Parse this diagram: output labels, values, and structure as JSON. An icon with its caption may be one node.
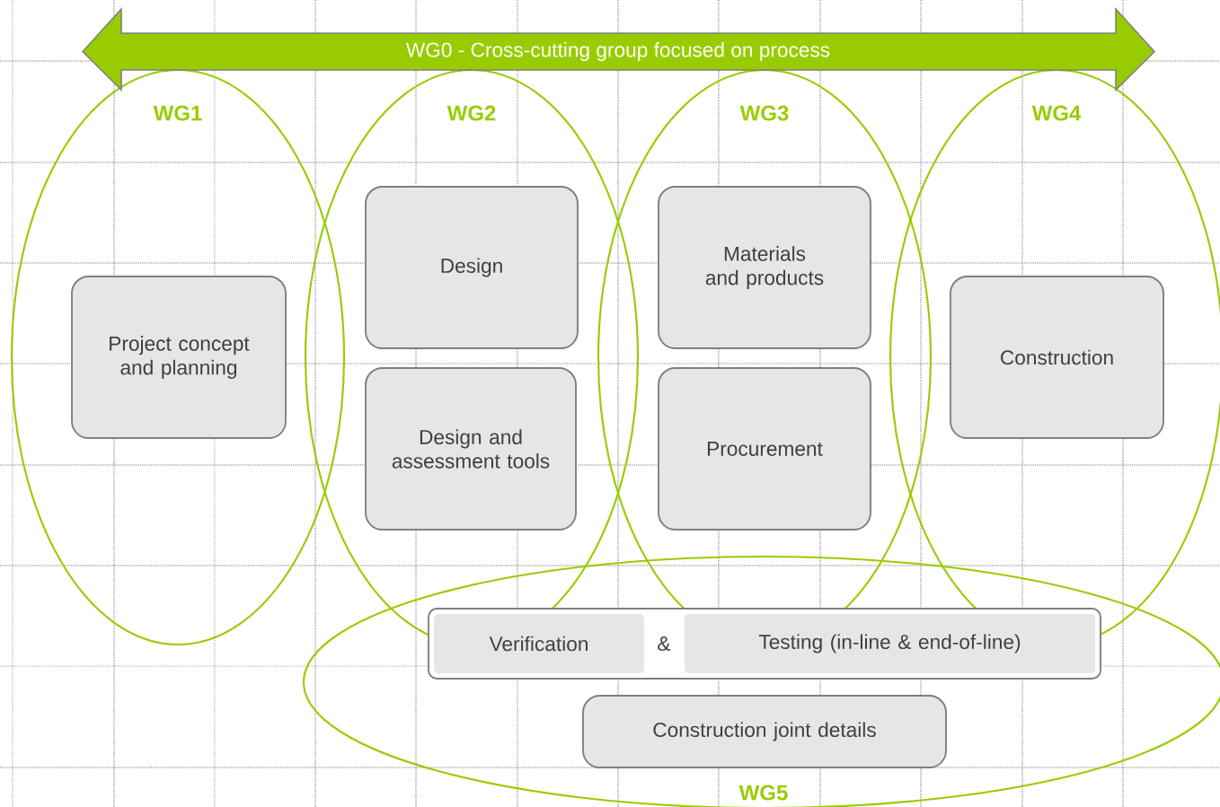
{
  "diagram": {
    "nodes": [
      {
        "text": [
          "WG0 - Cross-cutting group focused on process"
        ]
      },
      {
        "text": [
          "WG1"
        ]
      },
      {
        "text": [
          "Project concept and planning"
        ],
        "in": 1
      },
      {
        "text": [
          "WG2"
        ]
      },
      {
        "text": [
          "Design"
        ],
        "in": 3
      },
      {
        "text": [
          "Design and assessment tools"
        ],
        "in": 3
      },
      {
        "text": [
          "WG3"
        ]
      },
      {
        "text": [
          "Materials and products"
        ],
        "in": 6
      },
      {
        "text": [
          "Procurement"
        ],
        "in": 6
      },
      {
        "text": [
          "WG4"
        ]
      },
      {
        "text": [
          "Construction"
        ],
        "in": 9
      },
      {
        "text": [
          "WG5"
        ]
      },
      {
        "text": [
          "&"
        ],
        "in": 11
      },
      {
        "text": [
          "Verification"
        ],
        "in": 12
      },
      {
        "text": [
          "Testing (in-line & end-of-line)"
        ],
        "in": 12
      },
      {
        "text": [
          "Construction joint details"
        ],
        "in": 11
      }
    ]
  }
}
